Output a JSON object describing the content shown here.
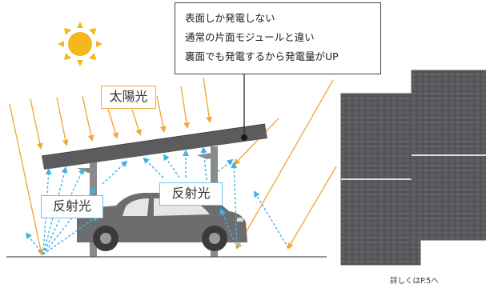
{
  "callout": {
    "lines": [
      "表面しか発電しない",
      "通常の片面モジュールと違い",
      "裏面でも発電するから発電量がUP"
    ]
  },
  "labels": {
    "sunlight": "太陽光",
    "reflected_left": "反射光",
    "reflected_right": "反射光"
  },
  "footnote": "詳しくはP.5へ",
  "icons": [
    "sun-icon",
    "car-icon",
    "solar-panel-icon"
  ],
  "colors": {
    "sunlight_arrow": "#f2a93b",
    "sun": "#f5b81c",
    "reflected_arrow": "#3fb2e6",
    "panel": "#5c5c5e",
    "structure": "#8a8a8a",
    "car": "#6d6d6f"
  }
}
